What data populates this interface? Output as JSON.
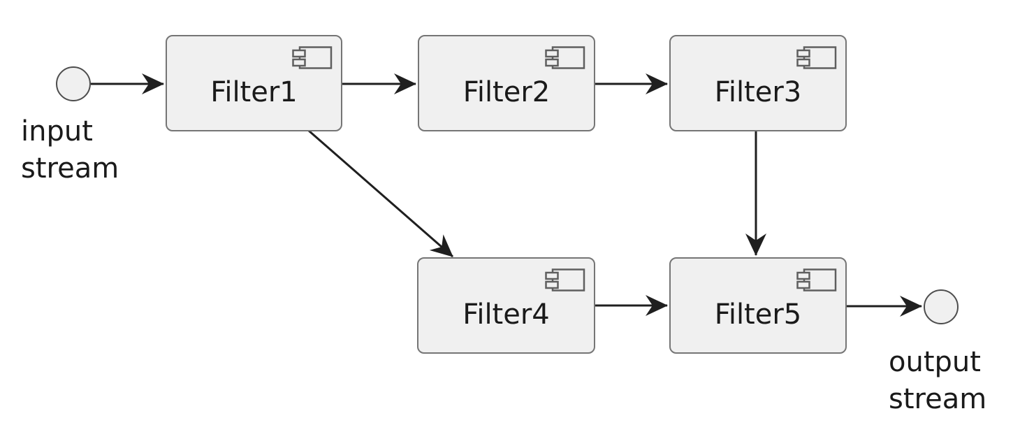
{
  "diagram": {
    "kind": "uml-component-diagram",
    "colors": {
      "background": "#ffffff",
      "box_fill": "#f0f0f0",
      "box_border": "#757575",
      "icon_stroke": "#5f5f5f",
      "arrow": "#1f1f1f",
      "text": "#1a1a1a",
      "node_border": "#4d4d4d"
    },
    "nodes": {
      "input": {
        "label": "input\nstream",
        "shape": "circle"
      },
      "output": {
        "label": "output\nstream",
        "shape": "circle"
      }
    },
    "components": [
      {
        "label": "Filter1",
        "icon": "uml-component-icon"
      },
      {
        "label": "Filter2",
        "icon": "uml-component-icon"
      },
      {
        "label": "Filter3",
        "icon": "uml-component-icon"
      },
      {
        "label": "Filter4",
        "icon": "uml-component-icon"
      },
      {
        "label": "Filter5",
        "icon": "uml-component-icon"
      }
    ],
    "edges": [
      {
        "from": "input stream",
        "to": "Filter1"
      },
      {
        "from": "Filter1",
        "to": "Filter2"
      },
      {
        "from": "Filter2",
        "to": "Filter3"
      },
      {
        "from": "Filter3",
        "to": "Filter5"
      },
      {
        "from": "Filter1",
        "to": "Filter4"
      },
      {
        "from": "Filter4",
        "to": "Filter5"
      },
      {
        "from": "Filter5",
        "to": "output stream"
      }
    ]
  }
}
